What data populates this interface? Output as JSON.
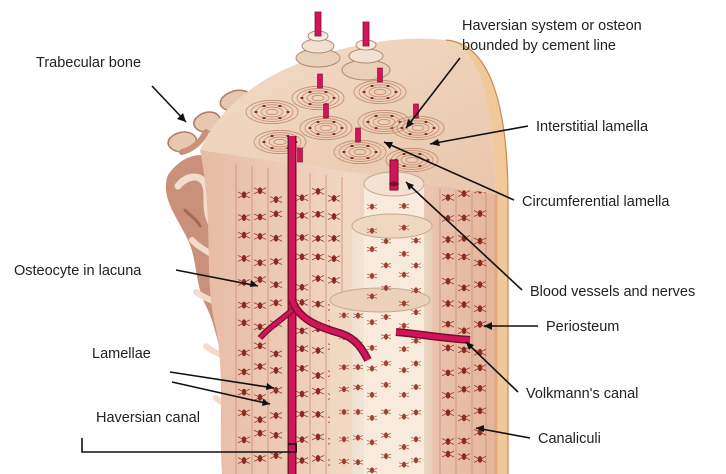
{
  "labels": {
    "trabecular": "Trabecular bone",
    "haversian_system_1": "Haversian system or osteon",
    "haversian_system_2": "bounded by cement line",
    "interstitial": "Interstitial lamella",
    "circumferential": "Circumferential lamella",
    "osteocyte": "Osteocyte in lacuna",
    "blood_vessels": "Blood vessels and nerves",
    "periosteum": "Periosteum",
    "lamellae": "Lamellae",
    "volkmann": "Volkmann's canal",
    "haversian_canal": "Haversian canal",
    "canaliculi": "Canaliculi"
  },
  "colors": {
    "bone_light": "#f4dccb",
    "bone_mid": "#e8bfa6",
    "bone_dark": "#c98a72",
    "trabecular": "#b8826c",
    "vessel": "#d4145a",
    "lacuna": "#8a2a20",
    "periosteum": "#f0c89a",
    "cement": "#f6e6c8"
  }
}
